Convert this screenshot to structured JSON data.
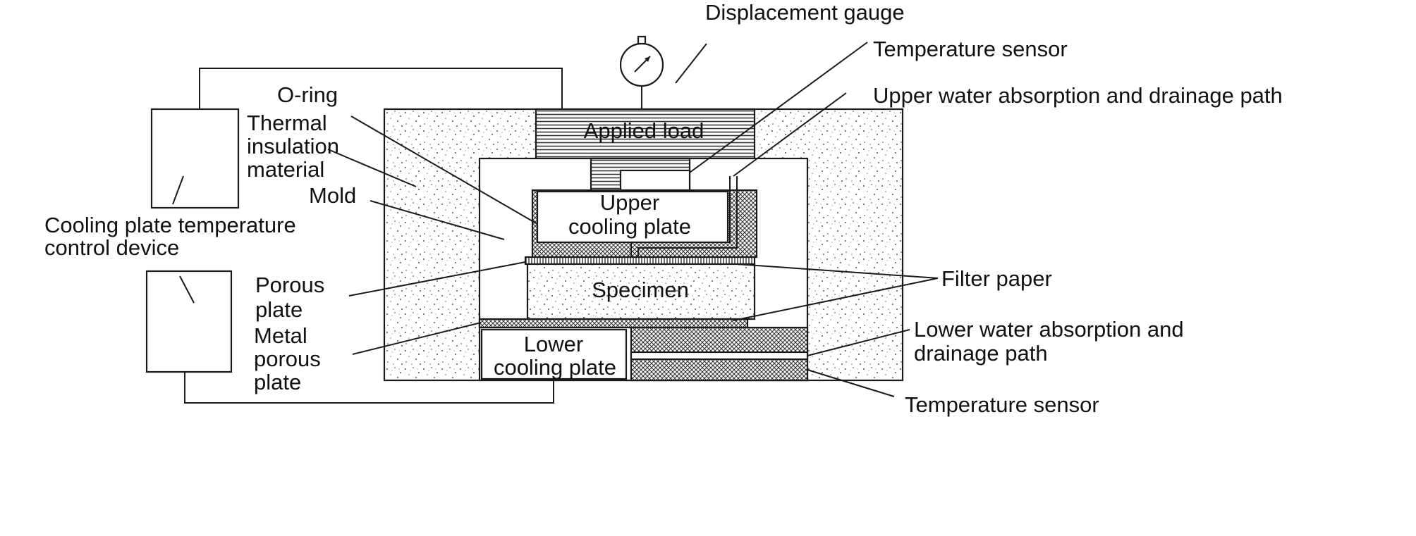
{
  "labels": {
    "displacement_gauge": "Displacement gauge",
    "temperature_sensor_top": "Temperature sensor",
    "upper_path": "Upper water absorption and drainage path",
    "o_ring": "O-ring",
    "thermal_1": "Thermal",
    "thermal_2": "insulation",
    "thermal_3": "material",
    "mold": "Mold",
    "control_1": "Cooling plate temperature",
    "control_2": "control device",
    "porous_1": "Porous",
    "porous_2": "plate",
    "metal_1": "Metal",
    "metal_2": "porous",
    "metal_3": "plate",
    "applied_load": "Applied load",
    "upper_cooling_1": "Upper",
    "upper_cooling_2": "cooling plate",
    "specimen": "Specimen",
    "filter_paper": "Filter paper",
    "lower_cooling_1": "Lower",
    "lower_cooling_2": "cooling plate",
    "lower_path_1": "Lower water absorption and",
    "lower_path_2": "drainage path",
    "temperature_sensor_bottom": "Temperature sensor"
  },
  "colors": {
    "line": "#1a1a1a",
    "text": "#111111",
    "background": "#ffffff"
  }
}
